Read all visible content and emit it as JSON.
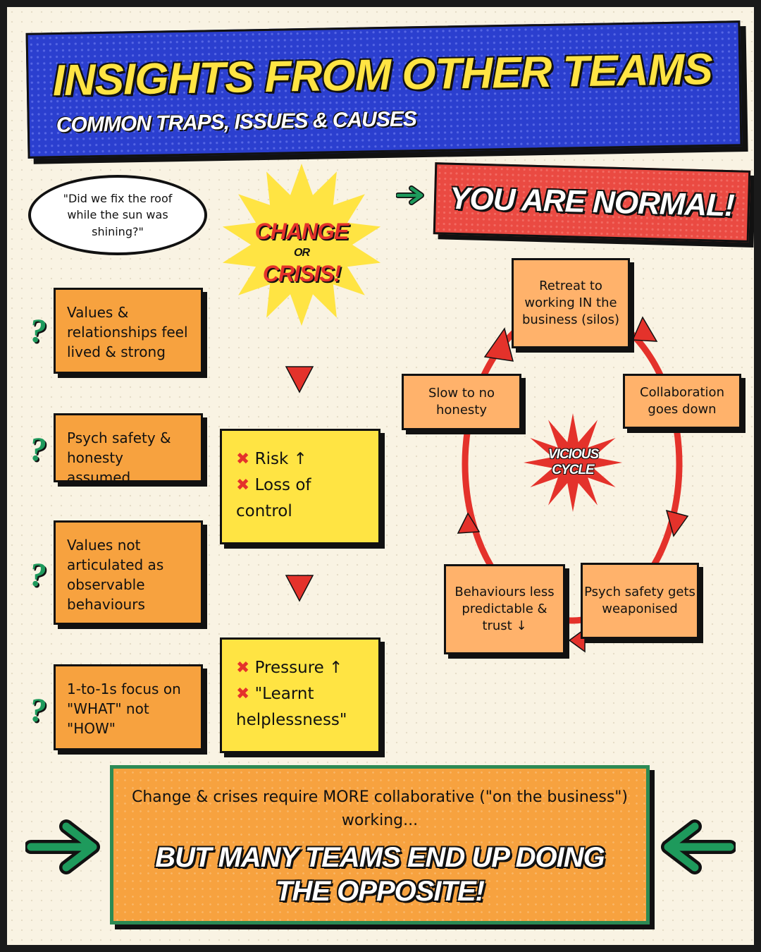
{
  "header": {
    "title": "INSIGHTS FROM OTHER TEAMS",
    "subtitle": "COMMON TRAPS, ISSUES & CAUSES"
  },
  "quote": "\"Did we fix the roof while the sun was shining?\"",
  "burst": {
    "line1": "CHANGE",
    "line2": "OR",
    "line3": "CRISIS!"
  },
  "normal": "YOU ARE NORMAL!",
  "questions": [
    {
      "text": "Values & relationships feel lived & strong"
    },
    {
      "text": "Psych safety & honesty",
      "underlined": "assumed"
    },
    {
      "text": "Values not articulated as observable behaviours"
    },
    {
      "text": "1-to-1s focus on \"WHAT\" not \"HOW\""
    }
  ],
  "question_mark": "?",
  "effects": [
    {
      "line1": "Risk ↑",
      "line2": "Loss of",
      "line3": "control"
    },
    {
      "line1": "Pressure ↑",
      "line2": "\"Learnt",
      "line3": "helplessness\""
    }
  ],
  "x_mark": "✖",
  "cycle": {
    "center": "VICIOUS CYCLE",
    "nodes": {
      "top": "Retreat to working IN the business (silos)",
      "right": "Collaboration goes down",
      "bottom_right": "Psych safety gets weaponised",
      "bottom_left": "Behaviours less predictable & trust ↓",
      "left": "Slow to no honesty"
    }
  },
  "bottom": {
    "body": "Change & crises require MORE collaborative (\"on the business\") working...",
    "punch": "BUT MANY TEAMS END UP DOING THE OPPOSITE!"
  },
  "colors": {
    "blue": "#2b3fcf",
    "yellow": "#ffe443",
    "orange": "#f7a23f",
    "red": "#e4322b",
    "green": "#1e9a5c"
  }
}
